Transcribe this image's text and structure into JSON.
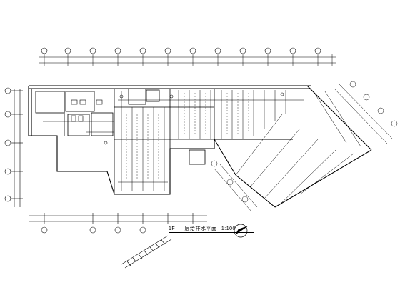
{
  "drawing": {
    "title_prefix": "1F",
    "title_main": "层给排水平面",
    "title_scale": "1:100"
  },
  "colors": {
    "line": "#000000",
    "background": "#ffffff"
  }
}
